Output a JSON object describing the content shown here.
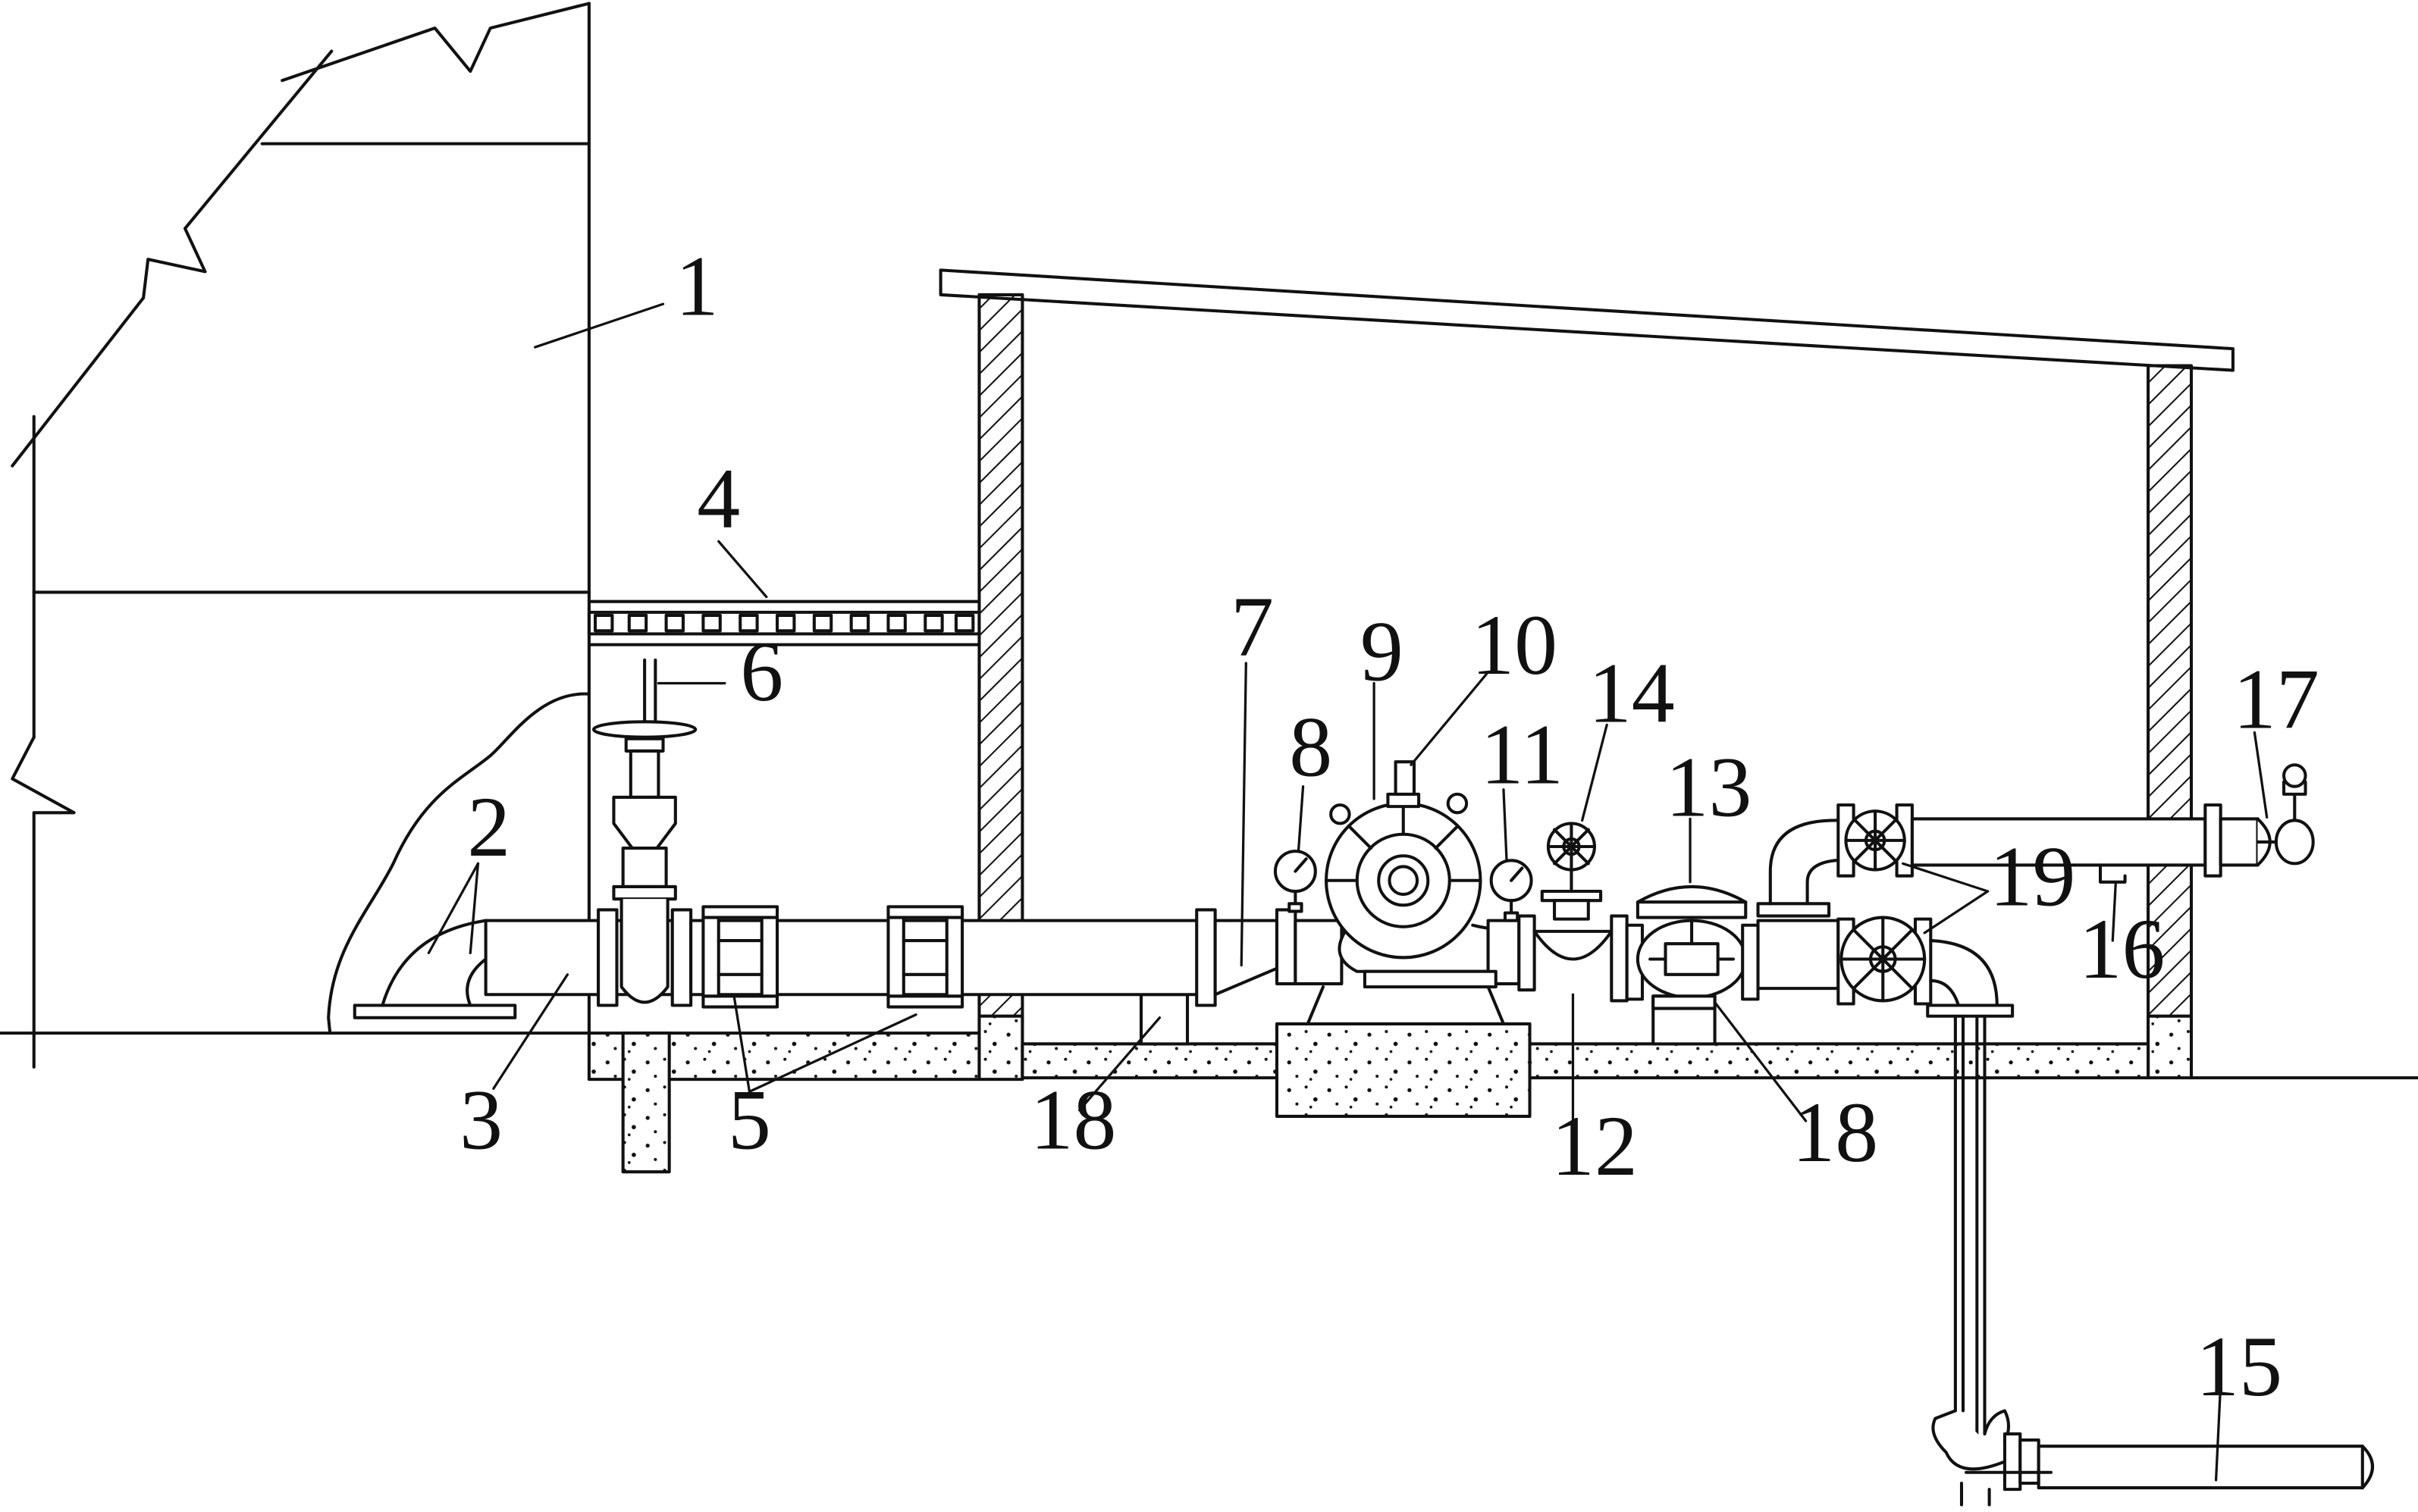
{
  "diagram": {
    "line_color": "#111111",
    "fill_color": "#ffffff",
    "labels": {
      "l1": "1",
      "l2": "2",
      "l3": "3",
      "l4": "4",
      "l5": "5",
      "l6": "6",
      "l7": "7",
      "l8": "8",
      "l9": "9",
      "l10": "10",
      "l11": "11",
      "l12": "12",
      "l13": "13",
      "l14": "14",
      "l15": "15",
      "l16": "16",
      "l17": "17",
      "l18a": "18",
      "l18b": "18",
      "l19": "19"
    }
  }
}
